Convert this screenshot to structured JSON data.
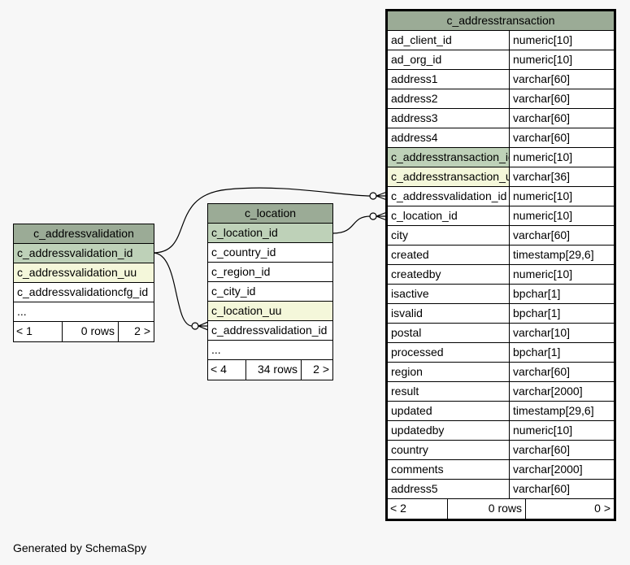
{
  "caption": "Generated by SchemaSpy",
  "tables": {
    "addressvalidation": {
      "name": "c_addressvalidation",
      "rows": [
        {
          "name": "c_addressvalidation_id",
          "kind": "pk"
        },
        {
          "name": "c_addressvalidation_uu",
          "kind": "uu"
        },
        {
          "name": "c_addressvalidationcfg_id",
          "kind": "plain"
        },
        {
          "name": "...",
          "kind": "plain"
        }
      ],
      "footer": {
        "parents": "< 1",
        "rows": "0 rows",
        "children": "2 >"
      }
    },
    "location": {
      "name": "c_location",
      "rows": [
        {
          "name": "c_location_id",
          "kind": "pk"
        },
        {
          "name": "c_country_id",
          "kind": "plain"
        },
        {
          "name": "c_region_id",
          "kind": "plain"
        },
        {
          "name": "c_city_id",
          "kind": "plain"
        },
        {
          "name": "c_location_uu",
          "kind": "uu"
        },
        {
          "name": "c_addressvalidation_id",
          "kind": "plain"
        },
        {
          "name": "...",
          "kind": "plain"
        }
      ],
      "footer": {
        "parents": "< 4",
        "rows": "34 rows",
        "children": "2 >"
      }
    },
    "addresstransaction": {
      "name": "c_addresstransaction",
      "rows": [
        {
          "name": "ad_client_id",
          "type": "numeric[10]",
          "kind": "plain"
        },
        {
          "name": "ad_org_id",
          "type": "numeric[10]",
          "kind": "plain"
        },
        {
          "name": "address1",
          "type": "varchar[60]",
          "kind": "plain"
        },
        {
          "name": "address2",
          "type": "varchar[60]",
          "kind": "plain"
        },
        {
          "name": "address3",
          "type": "varchar[60]",
          "kind": "plain"
        },
        {
          "name": "address4",
          "type": "varchar[60]",
          "kind": "plain"
        },
        {
          "name": "c_addresstransaction_id",
          "type": "numeric[10]",
          "kind": "pk"
        },
        {
          "name": "c_addresstransaction_uu",
          "type": "varchar[36]",
          "kind": "uu"
        },
        {
          "name": "c_addressvalidation_id",
          "type": "numeric[10]",
          "kind": "plain"
        },
        {
          "name": "c_location_id",
          "type": "numeric[10]",
          "kind": "plain"
        },
        {
          "name": "city",
          "type": "varchar[60]",
          "kind": "plain"
        },
        {
          "name": "created",
          "type": "timestamp[29,6]",
          "kind": "plain"
        },
        {
          "name": "createdby",
          "type": "numeric[10]",
          "kind": "plain"
        },
        {
          "name": "isactive",
          "type": "bpchar[1]",
          "kind": "plain"
        },
        {
          "name": "isvalid",
          "type": "bpchar[1]",
          "kind": "plain"
        },
        {
          "name": "postal",
          "type": "varchar[10]",
          "kind": "plain"
        },
        {
          "name": "processed",
          "type": "bpchar[1]",
          "kind": "plain"
        },
        {
          "name": "region",
          "type": "varchar[60]",
          "kind": "plain"
        },
        {
          "name": "result",
          "type": "varchar[2000]",
          "kind": "plain"
        },
        {
          "name": "updated",
          "type": "timestamp[29,6]",
          "kind": "plain"
        },
        {
          "name": "updatedby",
          "type": "numeric[10]",
          "kind": "plain"
        },
        {
          "name": "country",
          "type": "varchar[60]",
          "kind": "plain"
        },
        {
          "name": "comments",
          "type": "varchar[2000]",
          "kind": "plain"
        },
        {
          "name": "address5",
          "type": "varchar[60]",
          "kind": "plain"
        }
      ],
      "footer": {
        "parents": "< 2",
        "rows": "0 rows",
        "children": "0 >"
      }
    }
  },
  "colors": {
    "header": "#9bab96",
    "primary_key": "#bed1b8",
    "uuid_column": "#f4f7da",
    "background": "#f7f7f7"
  }
}
